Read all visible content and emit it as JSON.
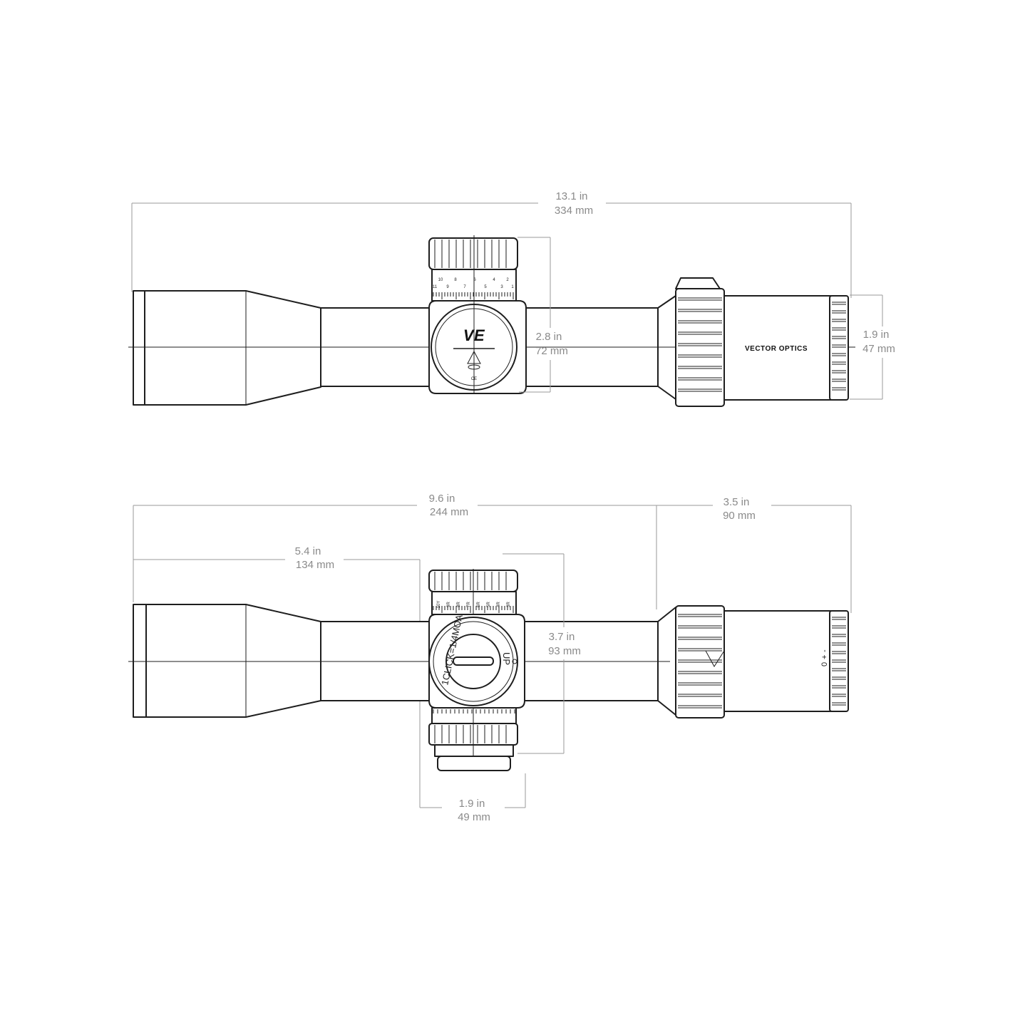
{
  "top_view": {
    "overall_length": {
      "in": "13.1 in",
      "mm": "334 mm"
    },
    "turret_height": {
      "in": "2.8 in",
      "mm": "72 mm"
    },
    "eyepiece_diameter": {
      "in": "1.9 in",
      "mm": "47 mm"
    },
    "brand_text": "VECTOR OPTICS",
    "turret_scale_top": [
      "10",
      "8",
      "6",
      "4",
      "2"
    ],
    "turret_scale_bottom": [
      "11",
      "9",
      "7",
      "5",
      "3",
      "1"
    ]
  },
  "side_view": {
    "body_length": {
      "in": "9.6 in",
      "mm": "244 mm"
    },
    "eyepiece_length": {
      "in": "3.5 in",
      "mm": "90 mm"
    },
    "turret_offset": {
      "in": "5.4 in",
      "mm": "134 mm"
    },
    "turret_height": {
      "in": "3.7 in",
      "mm": "93 mm"
    },
    "turret_width": {
      "in": "1.9 in",
      "mm": "49 mm"
    },
    "cap_text": "1CLICK=1/4MOA",
    "up_text": "UP",
    "parallax_marks": [
      "10Y",
      "9R",
      "8R",
      "7R",
      "6R",
      "5R",
      "4R",
      "3R"
    ],
    "diopter_marks": [
      "+",
      "0",
      "-"
    ]
  },
  "colors": {
    "outline": "#1e1e1e",
    "dimension": "#8a8a8a"
  }
}
